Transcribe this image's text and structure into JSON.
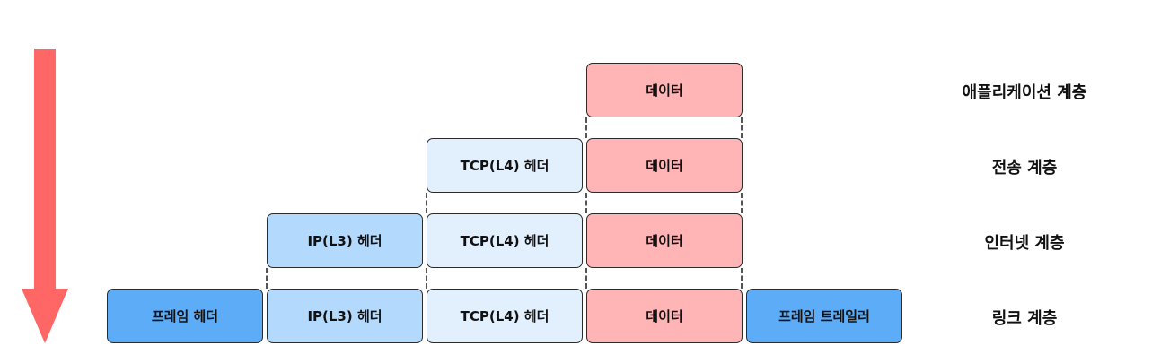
{
  "layers": [
    {
      "label": "애플리케이션 계층",
      "boxes": [
        {
          "label": "데이터",
          "type": "data"
        }
      ]
    },
    {
      "label": "전송 계층",
      "boxes": [
        {
          "label": "TCP(L4) 헤더",
          "type": "tcp"
        },
        {
          "label": "데이터",
          "type": "data"
        }
      ]
    },
    {
      "label": "인터넷 계층",
      "boxes": [
        {
          "label": "IP(L3) 헤더",
          "type": "ip"
        },
        {
          "label": "TCP(L4) 헤더",
          "type": "tcp"
        },
        {
          "label": "데이터",
          "type": "data"
        }
      ]
    },
    {
      "label": "링크 계층",
      "boxes": [
        {
          "label": "프레임 헤더",
          "type": "frame"
        },
        {
          "label": "IP(L3) 헤더",
          "type": "ip"
        },
        {
          "label": "TCP(L4) 헤더",
          "type": "tcp"
        },
        {
          "label": "데이터",
          "type": "data"
        },
        {
          "label": "프레임 트레일러",
          "type": "frame"
        }
      ]
    }
  ],
  "colors": {
    "arrow": "#ff6666",
    "data": "#ffb5b5",
    "tcp": "#e2effd",
    "ip": "#b3d9fd",
    "frame": "#5cacf7"
  },
  "arrow_icon": "down-arrow-icon"
}
